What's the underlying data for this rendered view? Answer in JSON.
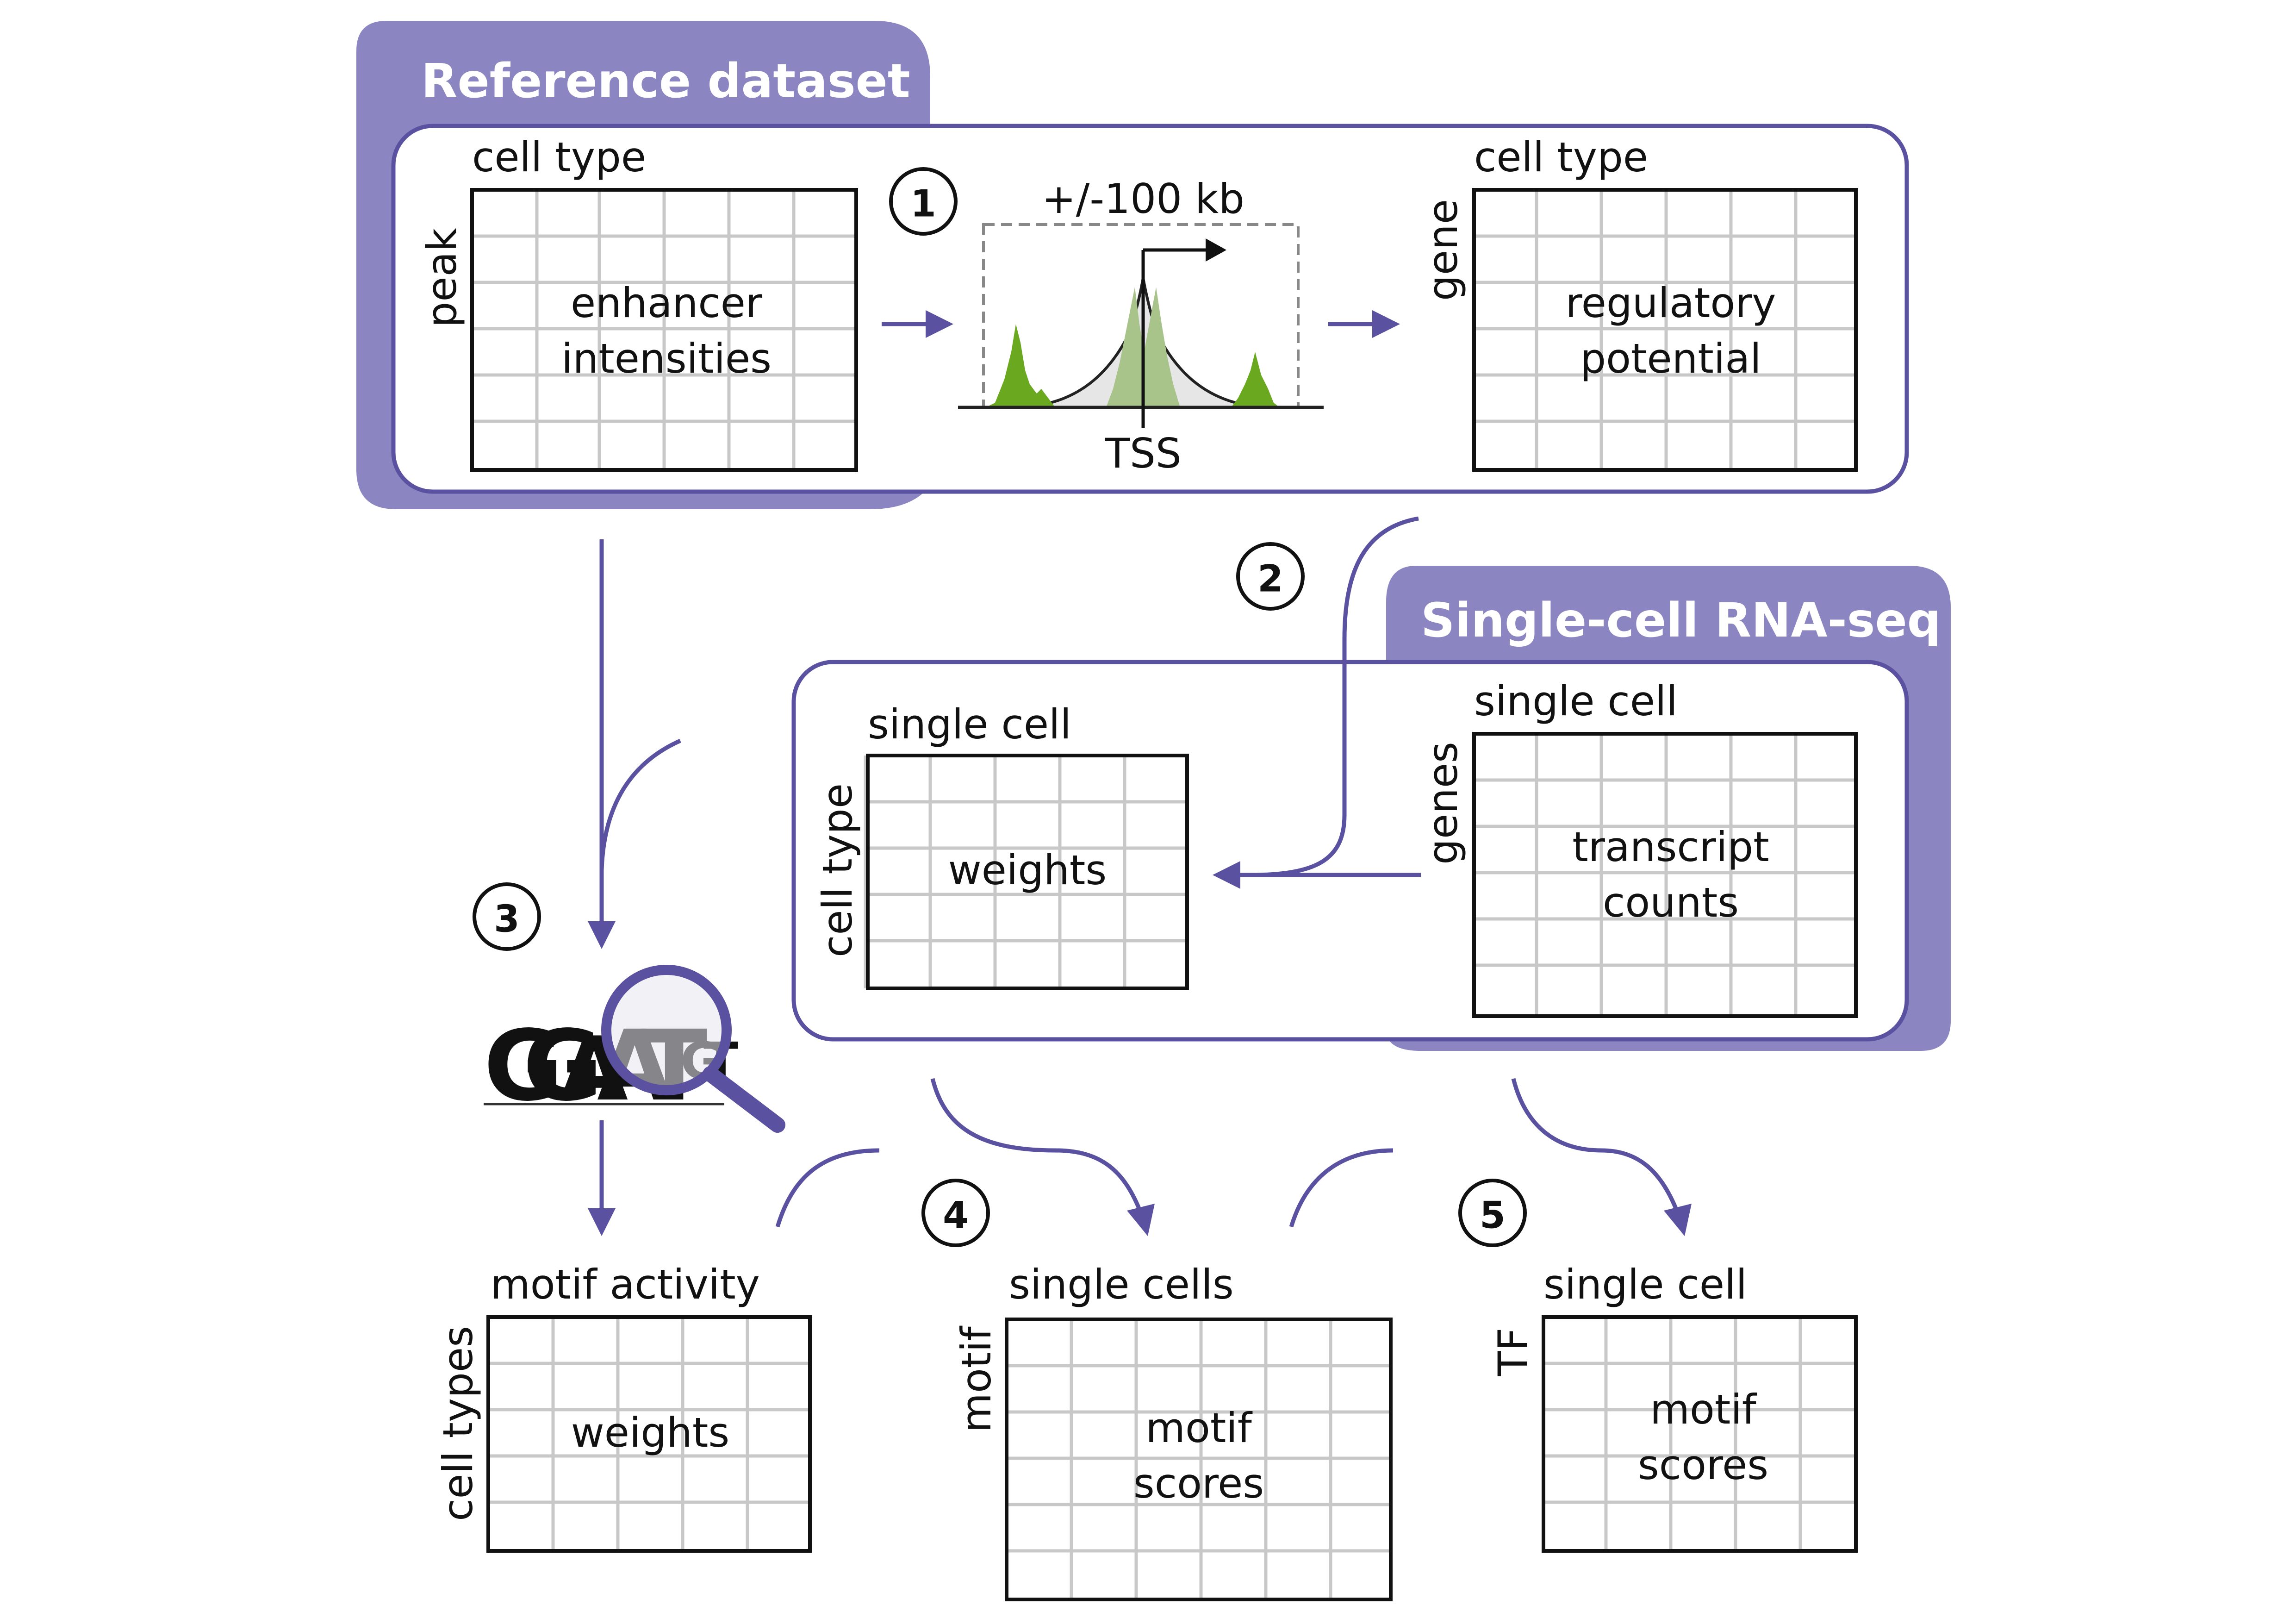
{
  "panels": {
    "reference": {
      "title": "Reference dataset"
    },
    "scrna": {
      "title": "Single-cell RNA-seq"
    }
  },
  "steps": [
    "1",
    "2",
    "3",
    "4",
    "5"
  ],
  "matrices": {
    "enhancer": {
      "top": "cell type",
      "side": "peak",
      "content": [
        "enhancer",
        "intensities"
      ]
    },
    "regulatory": {
      "top": "cell type",
      "side": "gene",
      "content": [
        "regulatory",
        "potential"
      ]
    },
    "weights_sc": {
      "top": "single cell",
      "side": "cell type",
      "content": [
        "weights"
      ]
    },
    "transcript": {
      "top": "single cell",
      "side": "genes",
      "content": [
        "transcript",
        "counts"
      ]
    },
    "motif_activity": {
      "top": "motif activity",
      "side": "cell types",
      "content": [
        "weights"
      ]
    },
    "motif_scores_cells": {
      "top": "single cells",
      "side": "motif",
      "content": [
        "motif",
        "scores"
      ]
    },
    "motif_scores_tf": {
      "top": "single cell",
      "side": "TF",
      "content": [
        "motif",
        "scores"
      ]
    }
  },
  "peak_plot": {
    "window": "+/-100 kb",
    "anchor": "TSS"
  },
  "motif_logo": {
    "letters": [
      "G",
      "G",
      "A",
      "A",
      "T",
      "G",
      "T"
    ]
  },
  "colors": {
    "accent": "#8b86c2",
    "flow": "#5a52a0",
    "peak_green": "#6aa820",
    "grid": "#c8c8c8"
  },
  "icons": [
    "magnifier-icon",
    "tss-arrow-icon"
  ]
}
